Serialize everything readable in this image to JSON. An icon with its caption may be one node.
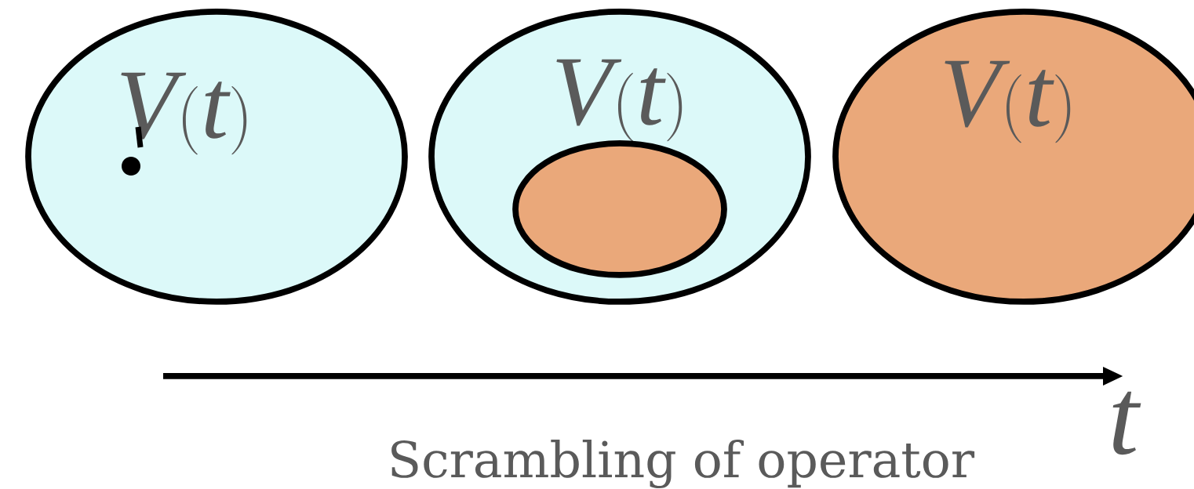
{
  "diagram": {
    "nodes": [
      {
        "text": [
          "V(t)"
        ]
      },
      {
        "text": [
          "V(t)"
        ]
      },
      {
        "text": [
          "V(t)"
        ]
      },
      {
        "text": [],
        "shape": "ellipse",
        "in": 1
      }
    ],
    "labels": [
      "t",
      "Scrambling of operator"
    ]
  }
}
